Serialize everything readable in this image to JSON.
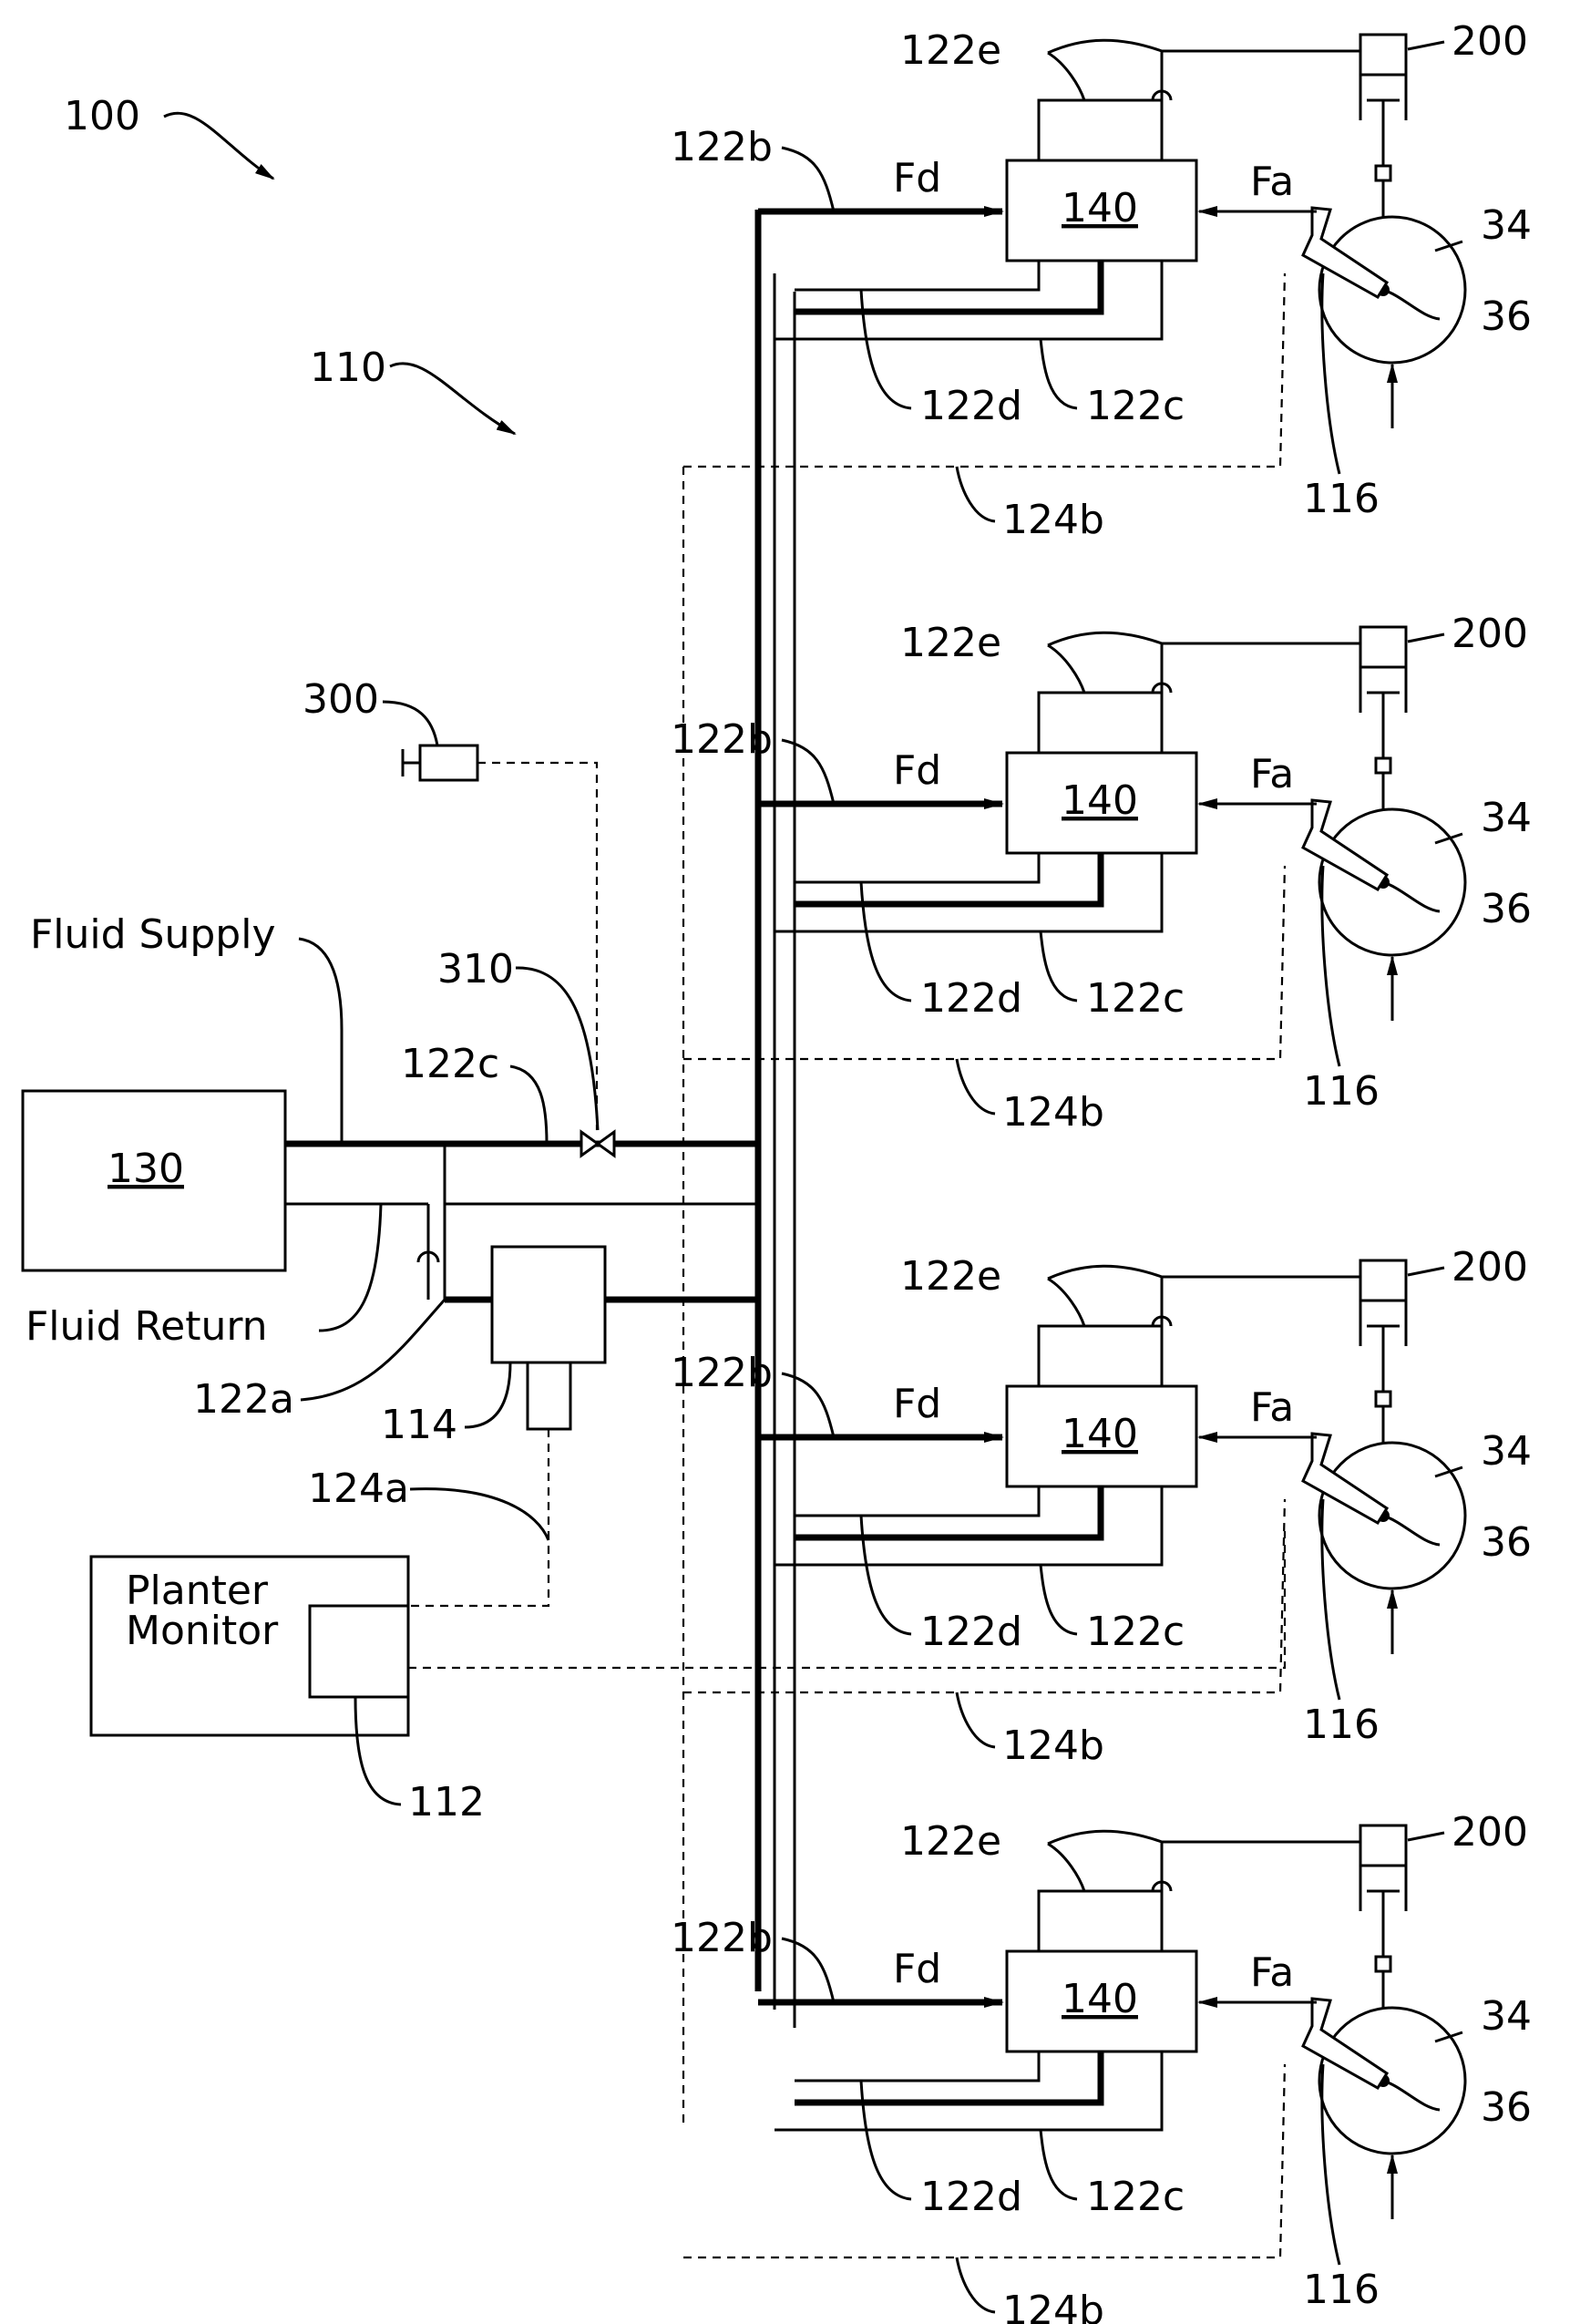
{
  "figure": {
    "system_ref": "100",
    "subsystem_ref": "110",
    "blocks": {
      "fluid_source": "130",
      "pressure_control": "114",
      "planter_monitor_title": "Planter\nMonitor",
      "monitor_display": "112",
      "sensor": "300",
      "valve": "310"
    },
    "lines": {
      "supply": "122a",
      "branch_b": "122b",
      "branch_c": "122c",
      "branch_d": "122d",
      "branch_e": "122e",
      "signal_a": "124a",
      "signal_b": "124b"
    },
    "labels": {
      "fluid_supply": "Fluid Supply",
      "fluid_return": "Fluid Return"
    },
    "row_unit": {
      "actuator": "140",
      "cylinder": "200",
      "disc": "34",
      "hub": "36",
      "arm": "116",
      "force_down": "Fd",
      "force_applied": "Fa"
    },
    "row_count": 4
  }
}
